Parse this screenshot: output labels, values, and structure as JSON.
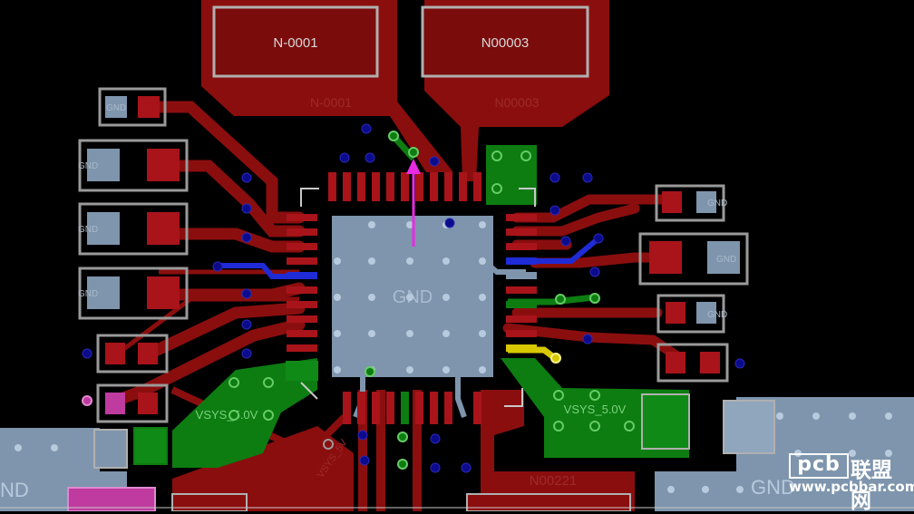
{
  "nets": {
    "top_left_pad": "N-0001",
    "top_left_trace": "N-0001",
    "top_right_pad": "N00003",
    "top_right_trace": "N00003",
    "center_pad": "GND",
    "bottom_right_pour": "VSYS_5.0V",
    "bottom_left_pour": "VSYS_5.0V",
    "bottom_pad": "N00221",
    "bottom_left_edge": "ND",
    "bottom_right_edge": "GND",
    "left_vertical_trace": "VSYS_5V"
  },
  "left_pads": [
    "GND",
    "GND",
    "GND",
    "GND"
  ],
  "right_pads": [
    "GND",
    "GND",
    "GND"
  ],
  "watermark": {
    "box_text": "pcb",
    "cn_text": "联盟网",
    "url": "www.pcbbar.com"
  },
  "colors": {
    "background": "#000000",
    "copper_top": "#8b0e0e",
    "copper_dark": "#5c0a0a",
    "bottom_copper": "#0d7d12",
    "gnd_pad": "#7e95ad",
    "silkscreen": "#c8c8c8",
    "via": "#0b0b8c",
    "cursor": "#e82be0",
    "yellow_trace": "#d8c800",
    "blue_trace": "#1f2bd6"
  }
}
